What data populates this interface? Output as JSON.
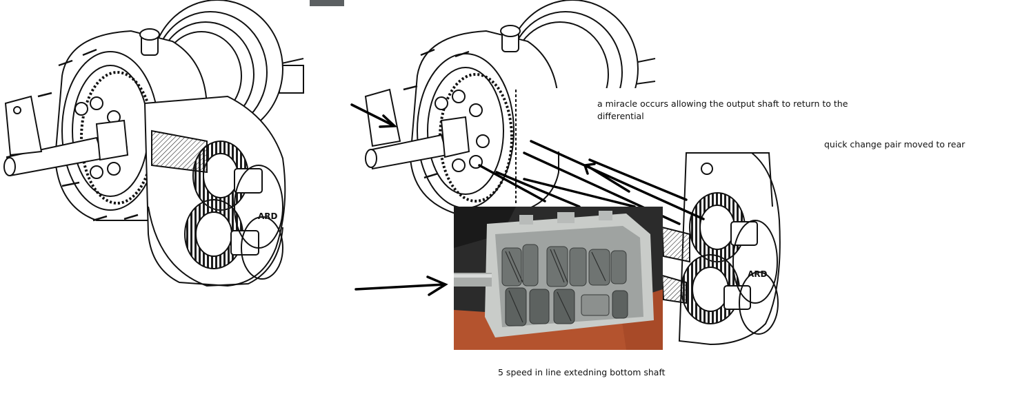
{
  "annotations": {
    "miracle": "a miracle occurs allowing the output shaft to return to the differential",
    "quick_change": "quick change pair moved to rear",
    "five_speed": "5 speed in line extedning bottom shaft"
  },
  "drawing": {
    "left_assembly": "quick-change-rear-end-line-drawing",
    "right_assembly": "quick-change-rear-end-line-drawing-modified",
    "photo": "5-speed-gearbox-photo",
    "badge_text": "ARD"
  }
}
